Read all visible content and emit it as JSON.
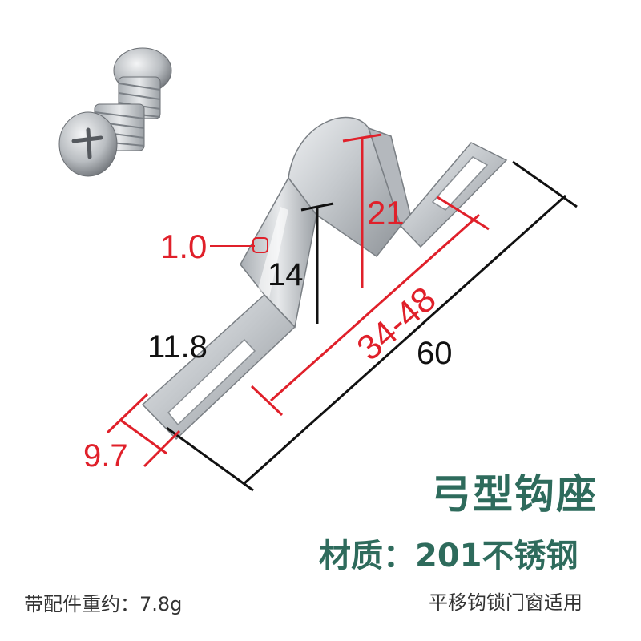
{
  "product": {
    "title": "弓型钩座",
    "material": "材质：201不锈钢",
    "weight_note": "带配件重约：7.8g",
    "usage_note": "平移钩锁门窗适用"
  },
  "dimensions": {
    "thickness": "1.0",
    "inner_height": "14",
    "outer_height": "21",
    "slot_length": "11.8",
    "hole_span": "34-48",
    "total_length": "60",
    "width": "9.7"
  },
  "colors": {
    "accent_red": "#e0202a",
    "title_green": "#2e6b5c",
    "dim_black": "#111111",
    "metal": "#c9ccd0"
  }
}
